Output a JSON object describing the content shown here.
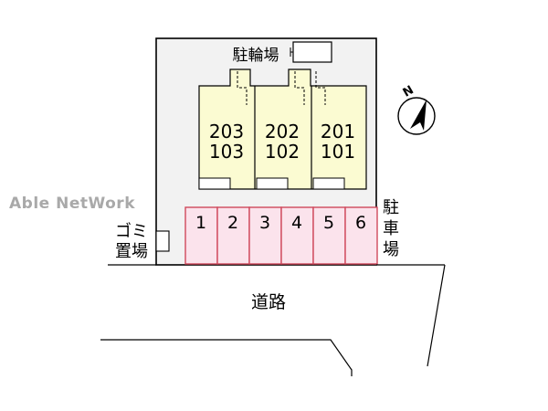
{
  "watermark": "Able NetWork",
  "labels": {
    "bicycle_parking": "駐輪場",
    "garbage_line1": "ゴミ",
    "garbage_line2": "置場",
    "parking_chars": [
      "駐",
      "車",
      "場"
    ],
    "road": "道路",
    "north": "N"
  },
  "units": [
    {
      "upper": "203",
      "lower": "103"
    },
    {
      "upper": "202",
      "lower": "102"
    },
    {
      "upper": "201",
      "lower": "101"
    }
  ],
  "parking_spaces": [
    "1",
    "2",
    "3",
    "4",
    "5",
    "6"
  ],
  "colors": {
    "lot": "#f2f2f2",
    "building": "#fbfbd2",
    "parking": "#fbe3ec",
    "parking_border": "#d0495c",
    "line": "#000000",
    "watermark": "#a9a9a9"
  },
  "icons": [
    "compass-icon",
    "north-arrow-icon"
  ]
}
